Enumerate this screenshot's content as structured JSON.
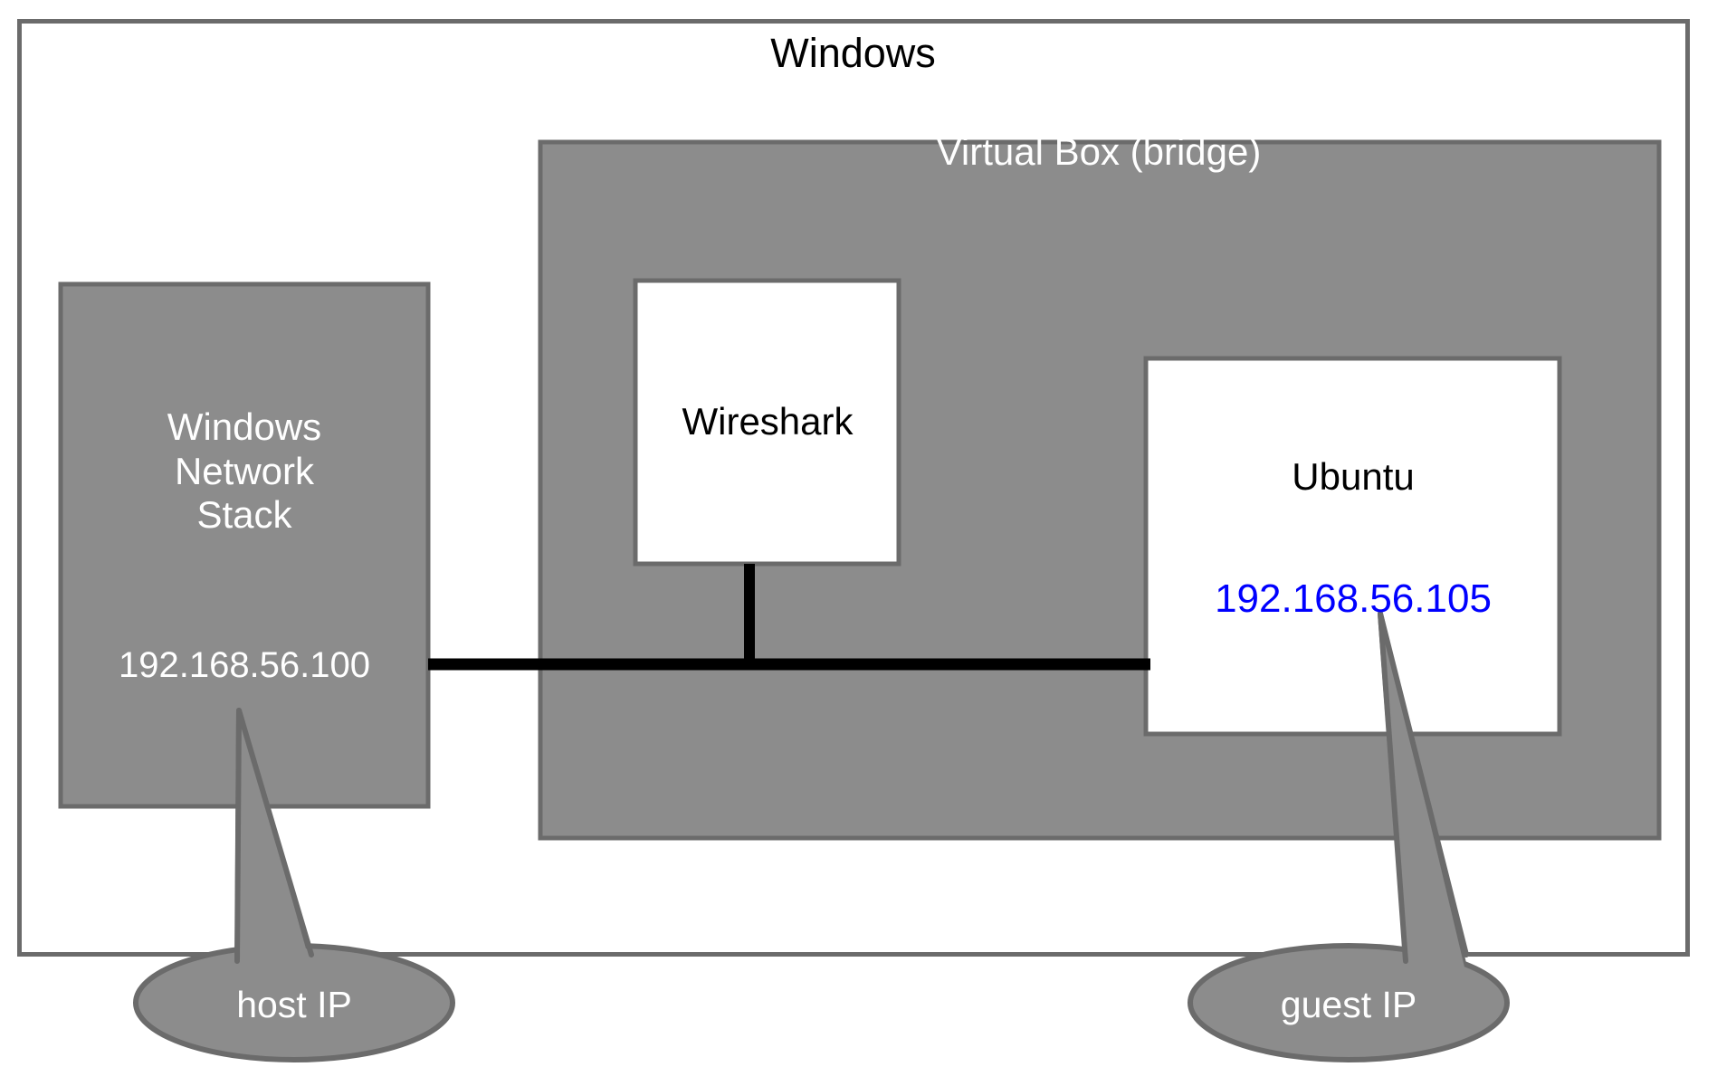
{
  "diagram": {
    "title": "Windows",
    "type": "network-topology-diagram",
    "colors": {
      "fill_gray": "#8c8c8c",
      "border_gray": "#6b6b6b",
      "white": "#ffffff",
      "black": "#000000",
      "ip_blue": "#0000ff"
    },
    "outer_container": {
      "label": "Windows"
    },
    "virtualbox_container": {
      "label": "Virtual Box (bridge)"
    },
    "nodes": {
      "windows_network_stack": {
        "label": "Windows\nNetwork\nStack",
        "ip": "192.168.56.100"
      },
      "wireshark": {
        "label": "Wireshark"
      },
      "ubuntu": {
        "label": "Ubuntu",
        "ip": "192.168.56.105"
      }
    },
    "callouts": {
      "host": {
        "label": "host IP"
      },
      "guest": {
        "label": "guest IP"
      }
    }
  }
}
